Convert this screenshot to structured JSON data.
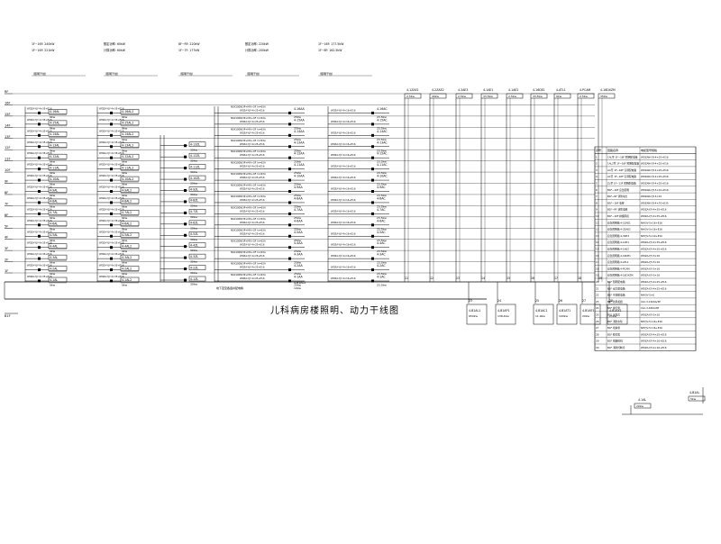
{
  "caption": "儿科病房楼照明、动力干线图",
  "floors": [
    "1F",
    "2F",
    "3F",
    "4F",
    "5F",
    "6F",
    "7F",
    "8F",
    "9F",
    "10F",
    "11F",
    "12F",
    "13F",
    "14F",
    "15F",
    "16F",
    "RF"
  ],
  "basement_label": "B1F",
  "header_notes": [
    {
      "l1": "1F~16F: 240kW",
      "l2": "1F~16F: 221kW"
    },
    {
      "l1": "额定功率: 60kW",
      "l2": "计算功率: 60kW"
    },
    {
      "l1": "8F~RF: 220kW",
      "l2": "1F~7F: 177kW"
    },
    {
      "l1": "额定功率: 220kW",
      "l2": "计算功率: 200kW"
    },
    {
      "l1": "1F~16F: 177.5kW",
      "l2": "1F~8F: 162.5kW"
    }
  ],
  "col1": {
    "cable": "WDZA-YJY-4×35+E16",
    "boxes": [
      "4-1AL",
      "4-2AL",
      "4-3AL",
      "4-4AL",
      "4-5AL",
      "4-6AL",
      "4-7AL",
      "4-8AL",
      "4-9AL",
      "4-10AL",
      "4-11AL",
      "4-12AL",
      "4-13AL",
      "4-14AL",
      "4-15AL",
      "4-16AL"
    ],
    "power": "9kw"
  },
  "col2": {
    "cable": "WDZA-YJY-4×35+E16",
    "boxes": [
      "4-1AL2",
      "4-2AL2",
      "4-3AL2",
      "4-4AL2",
      "4-5AL2",
      "4-6AL2",
      "4-7AL2",
      "4-8AL2",
      "4-9AL2",
      "4-10AL2",
      "4-11AL2",
      "4-12AL2",
      "4-13AL2",
      "4-14AL2",
      "4-15AL2",
      "4-16AL2"
    ],
    "power": "9kw"
  },
  "col3": {
    "boxes": [
      "4-1ZL",
      "4-2ZL",
      "4-3ZL",
      "4-4ZL",
      "4-5ZL",
      "4-6ZL",
      "4-7ZL",
      "4-8ZL",
      "4-9ZL",
      "4-10ZL",
      "4-11ZL",
      "4-12ZL",
      "4-13ZL"
    ],
    "power": "30kw"
  },
  "col4": {
    "switch": "NSX100N/3P+MX+OF In=63A",
    "cable": "WDZA-YJY-4×25+E16",
    "boxes": [
      "4-1AA",
      "4-2AA",
      "4-3AA",
      "4-4AA",
      "4-5AA",
      "4-6AA",
      "4-7AA",
      "4-8AA",
      "4-9AA",
      "4-10AA",
      "4-11AA",
      "4-12AA",
      "4-13AA",
      "4-14AA",
      "4-15AA",
      "4-16AA"
    ],
    "power": "25kw",
    "bottom_box": "4-B1AL2",
    "bottom_power": "10kw"
  },
  "col5": {
    "cable": "WDZA-YJY-4×16+E16",
    "boxes": [
      "4-1AC",
      "4-2AC",
      "4-3AC",
      "4-4AC",
      "4-5AC",
      "4-6AC",
      "4-7AC",
      "4-8AC",
      "4-9AC",
      "4-10AC",
      "4-11AC",
      "4-12AC",
      "4-13AC",
      "4-14AC",
      "4-15AC",
      "4-16AC"
    ],
    "power": "23.5kw"
  },
  "top_row": {
    "boxes": [
      "4-1ZAE1",
      "4-2ZAE2",
      "4-3AE3",
      "4-1AE1",
      "4-1AE2",
      "4-16DE1",
      "4-ATL1",
      "4-PCAM",
      "4-16DXZM"
    ],
    "values": [
      "2.5kw",
      "40kw",
      "2.5kw",
      "33.5kw",
      "2.5kw",
      "33.5kw",
      "9kw",
      "2.5kw",
      "35kw"
    ]
  },
  "vertical_numbers": [
    "11",
    "12",
    "13",
    "14",
    "15",
    "16",
    "17",
    "18",
    "19"
  ],
  "right_table": {
    "headers": [
      "序号",
      "回路名称",
      "电缆型号规格"
    ],
    "rows": [
      [
        "1",
        "1AL至 1F~16F 照明配电箱",
        "WDZAN-YJY-4×25+E16"
      ],
      [
        "2",
        "1AL2至 1F~16F 照明配电箱",
        "WDZAN-YJY-4×25+E16"
      ],
      [
        "3",
        "AA至 1F~16F 空调配电箱",
        "WDZAN-YJY-4×25+E16"
      ],
      [
        "4",
        "AC至 1F~16F 空调配电箱",
        "WDZAN-YJY-4×25+E16"
      ],
      [
        "5",
        "ZL至 1F~13F 照明配电箱",
        "WDZAN-YJY-4×25+E16"
      ],
      [
        "6",
        "B1F~16F 应急照明",
        "WDZAN-YJY-5×10+E16"
      ],
      [
        "7",
        "B1F~RF 消防动力",
        "WDZAN-YJY-5×10"
      ],
      [
        "8",
        "B1F~16F 电梯",
        "WDZAN-YJY-4×70+E35"
      ],
      [
        "9",
        "B1F~RF 消防电梯",
        "WDZA-YJY-4×35+E16"
      ],
      [
        "10",
        "B1F~16F 排烟风机",
        "WDZA-YJY-4×35+E16"
      ],
      [
        "11",
        "应急照明箱 4-1ZAE1",
        "NHYJV-5×16+E16"
      ],
      [
        "12",
        "应急照明箱 4-2ZAE2",
        "NHYJV-5×16+E16"
      ],
      [
        "13",
        "应急照明箱 4-3AE3",
        "NHYJV-5×10+E10"
      ],
      [
        "14",
        "应急照明箱 4-1AE1",
        "WDZA-YJY-4×35+E16"
      ],
      [
        "15",
        "应急照明箱 4-1AE2",
        "WDZA-YJY-4×35+E16"
      ],
      [
        "16",
        "应急照明箱 4-16DE1",
        "WDZA-YJY-5×16"
      ],
      [
        "17",
        "应急照明箱 4-ATL1",
        "WDZA-YJY-5×16"
      ],
      [
        "18",
        "应急照明箱 4-PCAM",
        "WDZA-YJY-5×16"
      ],
      [
        "19",
        "应急照明箱 4-16DXZM",
        "WDZA-YJY-5×16"
      ],
      [
        "20",
        "B1F 照明配电箱",
        "WDZA-YJY-4×25+E16"
      ],
      [
        "21",
        "B1F 动力配电箱",
        "WDZA-YJY-4×25+E16"
      ],
      [
        "22",
        "B1F 空调配电箱",
        "NHYJV-5×6"
      ],
      [
        "23",
        "B1F 新风机组",
        "XLC-3-1200A/3P"
      ],
      [
        "24",
        "B1F 排污泵",
        "XLC-3-630A/3P"
      ],
      [
        "25",
        "B1F 水泵房",
        "WDZA-YJY-5×10"
      ],
      [
        "26",
        "B1F 消防水泵",
        "NHYJV-5×16+E16"
      ],
      [
        "27",
        "B1F 喷淋泵",
        "NHYJV-5×16+E16"
      ],
      [
        "28",
        "B1F 稳压泵",
        "WDZA-YJY-4×35+E16"
      ],
      [
        "29",
        "B1F 排烟风机",
        "WDZA-YJY-4×16+E16"
      ],
      [
        "30",
        "B1F 消防控制室",
        "WDZA-YJY-4×16+E16"
      ]
    ]
  },
  "bottom_row": {
    "numbers": [
      "23",
      "24",
      "25",
      "26",
      "27",
      "28"
    ],
    "boxes": [
      "4-B1AL1",
      "4-B1AP1",
      "4-B1AC1",
      "4-B1AT1",
      "4-B1AE1",
      "4-B1AX1"
    ],
    "values": [
      "650kw",
      "138.4kw",
      "11.9kw",
      "100kw",
      "20kw",
      "25kw"
    ]
  },
  "right_extra": {
    "boxes": [
      "4-1AL",
      "4-B1AL"
    ],
    "values": [
      "20kw",
      "5kw"
    ]
  },
  "bus_label": "地下室至各竖井配电箱"
}
